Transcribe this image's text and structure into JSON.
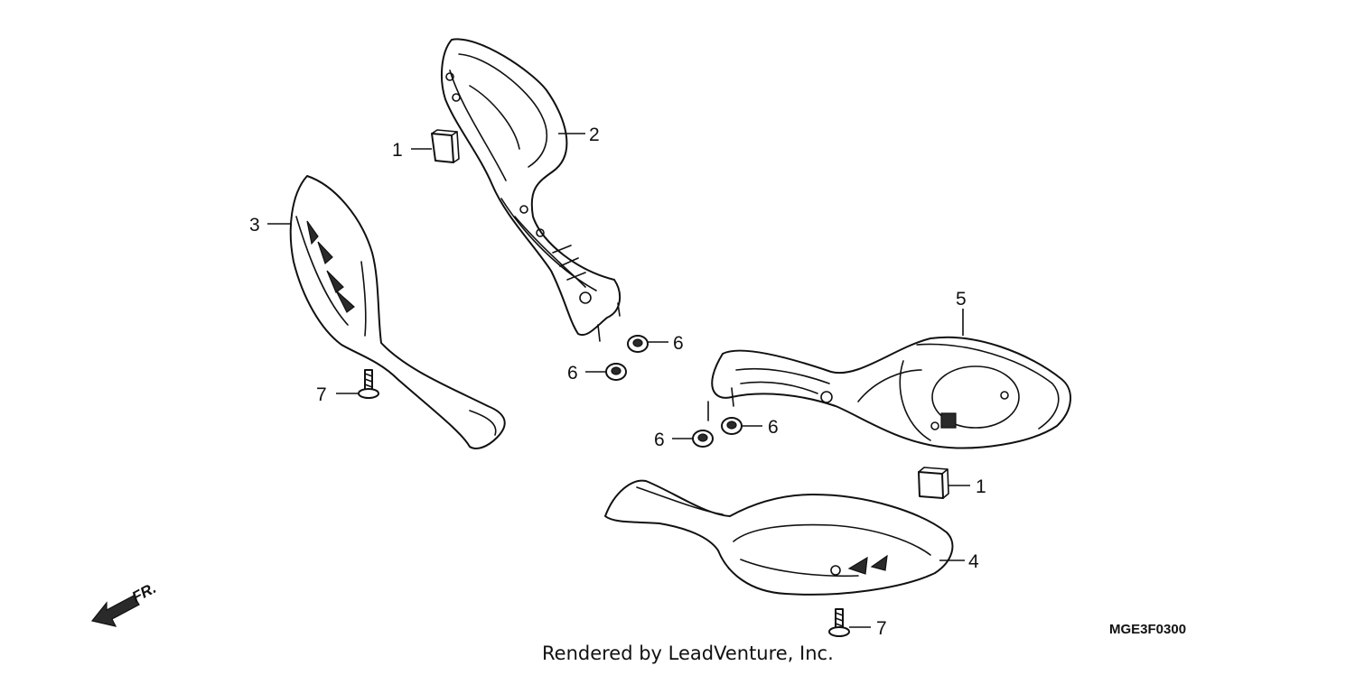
{
  "callouts": {
    "c1a": "1",
    "c1b": "1",
    "c2": "2",
    "c3": "3",
    "c4": "4",
    "c5": "5",
    "c6a": "6",
    "c6b": "6",
    "c6c": "6",
    "c6d": "6",
    "c7a": "7",
    "c7b": "7"
  },
  "direction": {
    "label": "FR.",
    "icon": "front-direction-arrow-icon"
  },
  "diagram_code": "MGE3F0300",
  "credit": "Rendered by LeadVenture, Inc."
}
